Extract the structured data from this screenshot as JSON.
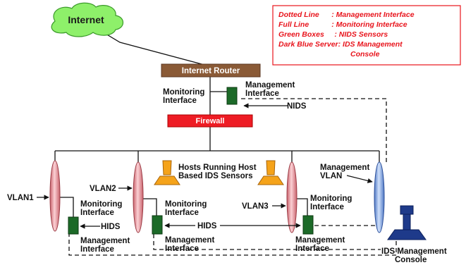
{
  "colors": {
    "router": "#8a5a36",
    "firewall": "#ee1c24",
    "sensor": "#1c6a28",
    "hub_pink": "#f2a0a6",
    "hub_blue": "#8fb4ec",
    "host_orange": "#f5a31a",
    "console": "#1e3a8a",
    "cloud": "#8ef06a",
    "legend_text": "#e8141c"
  },
  "internet_label": "Internet",
  "router_label": "Internet Router",
  "firewall_label": "Firewall",
  "legend": {
    "lines": [
      "Dotted Line      : Management Interface",
      "Full Line           : Monitoring Interface",
      "Green Boxes     : NIDS Sensors",
      "Dark Blue Server: IDS Management",
      "Console"
    ]
  },
  "top_sensor": {
    "monitoring": [
      "Monitoring",
      "Interface"
    ],
    "management": [
      "Management",
      "Interface"
    ],
    "nids": "NIDS"
  },
  "hosts_label": [
    "Hosts Running Host",
    "Based IDS Sensors"
  ],
  "vlans": {
    "v1": "VLAN1",
    "v2": "VLAN2",
    "v3": "VLAN3"
  },
  "mgmt_vlan": [
    "Management",
    "VLAN"
  ],
  "hids": "HIDS",
  "sensor_labels": {
    "monitoring": [
      "Monitoring",
      "Interface"
    ],
    "management": [
      "Management",
      "Interface"
    ]
  },
  "console_label": [
    "IDS Management",
    "Console"
  ]
}
